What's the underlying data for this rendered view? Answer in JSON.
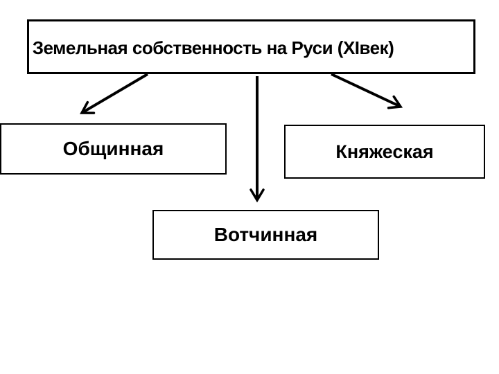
{
  "diagram": {
    "title": "Земельная собственность на Руси (XIвек)",
    "nodes": [
      {
        "id": "communal",
        "label": "Общинная"
      },
      {
        "id": "princely",
        "label": "Княжеская"
      },
      {
        "id": "patrimonial",
        "label": "Вотчинная"
      }
    ],
    "edges": [
      {
        "from": "title",
        "to": "communal"
      },
      {
        "from": "title",
        "to": "princely"
      },
      {
        "from": "title",
        "to": "patrimonial"
      }
    ],
    "colors": {
      "line": "#000000",
      "background": "#ffffff",
      "box_fill": "#ffffff",
      "text": "#000000"
    }
  }
}
